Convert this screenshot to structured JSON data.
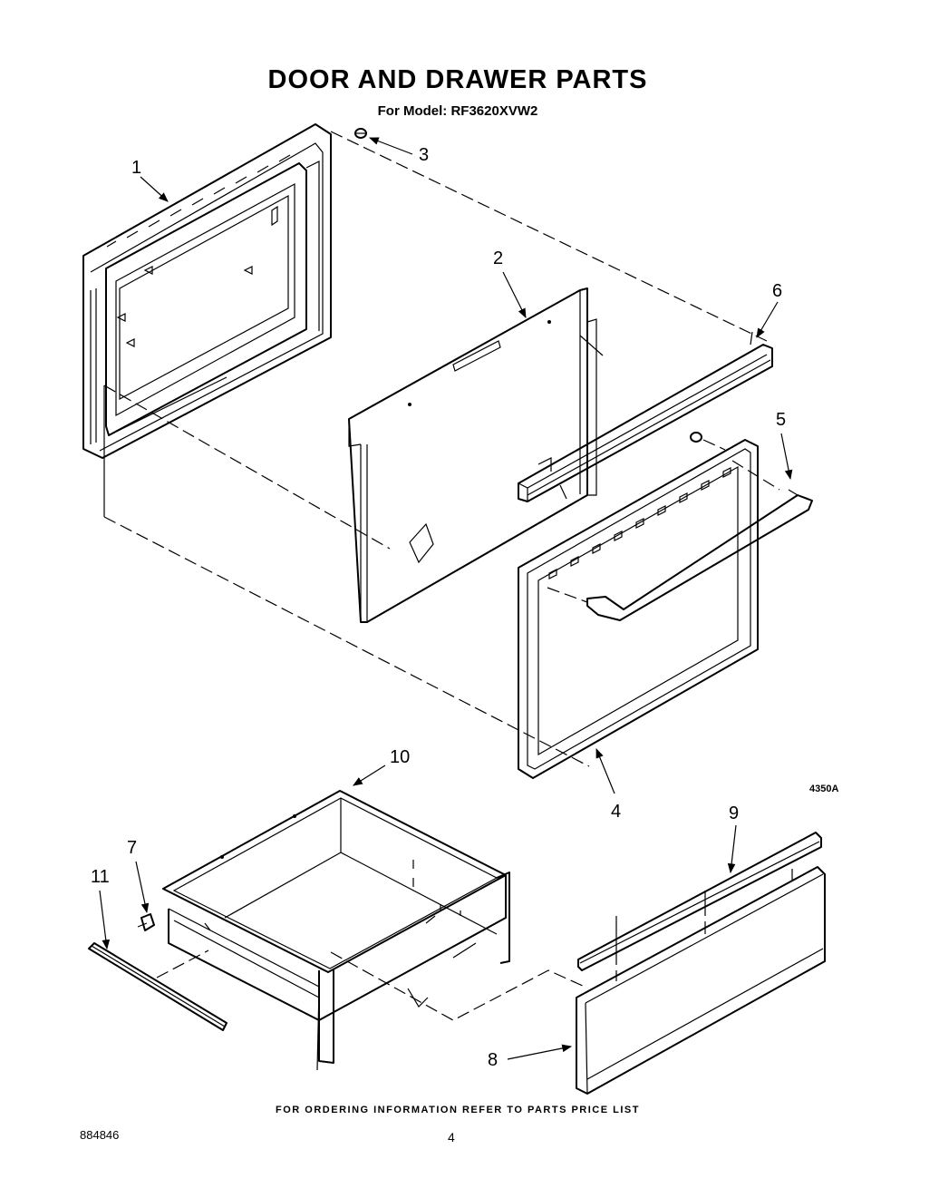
{
  "header": {
    "title": "DOOR AND DRAWER PARTS",
    "subtitle": "For Model: RF3620XVW2"
  },
  "callouts": [
    "1",
    "2",
    "3",
    "4",
    "5",
    "6",
    "7",
    "8",
    "9",
    "10",
    "11"
  ],
  "drawing_code": "4350A",
  "footer": {
    "ordering_note": "FOR ORDERING INFORMATION REFER TO PARTS PRICE LIST",
    "document_number": "884846",
    "page_number": "4"
  }
}
